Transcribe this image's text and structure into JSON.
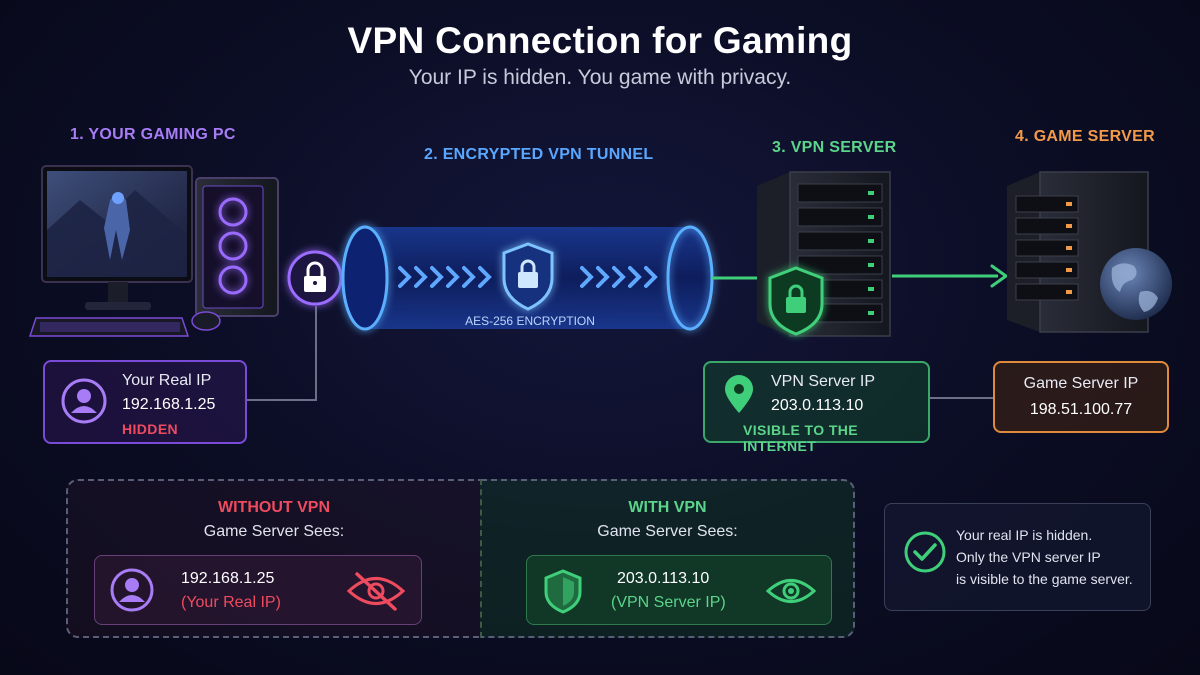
{
  "header": {
    "title": "VPN Connection for Gaming",
    "subtitle": "Your IP is hidden. You game with privacy."
  },
  "steps": {
    "pc": "1. YOUR GAMING PC",
    "tunnel": "2. ENCRYPTED VPN TUNNEL",
    "vpn_server": "3. VPN SERVER",
    "game_server": "4. GAME SERVER"
  },
  "tunnel": {
    "encryption_label": "AES-256 ENCRYPTION"
  },
  "cards": {
    "real": {
      "title": "Your Real IP",
      "ip": "192.168.1.25",
      "status": "HIDDEN"
    },
    "vpn": {
      "title": "VPN Server IP",
      "ip": "203.0.113.10",
      "status": "VISIBLE TO THE INTERNET"
    },
    "game": {
      "title": "Game Server IP",
      "ip": "198.51.100.77"
    }
  },
  "comparison": {
    "without": {
      "title": "WITHOUT VPN",
      "subtitle": "Game Server Sees:",
      "ip": "192.168.1.25",
      "note": "(Your Real IP)"
    },
    "with": {
      "title": "WITH VPN",
      "subtitle": "Game Server Sees:",
      "ip": "203.0.113.10",
      "note": "(VPN Server IP)"
    }
  },
  "info": {
    "lines": [
      "Your real IP is hidden.",
      "Only the VPN server IP",
      "is visible to the game server."
    ]
  },
  "colors": {
    "purple": "#8b5cf6",
    "blue": "#3b82f6",
    "green": "#3fcf7a",
    "orange": "#f29a4a",
    "red": "#ef4b5f"
  },
  "icons": [
    "padlock-icon",
    "shield-lock-icon",
    "user-icon",
    "location-pin-icon",
    "globe-icon",
    "eye-off-icon",
    "eye-icon",
    "shield-icon",
    "check-circle-icon"
  ]
}
